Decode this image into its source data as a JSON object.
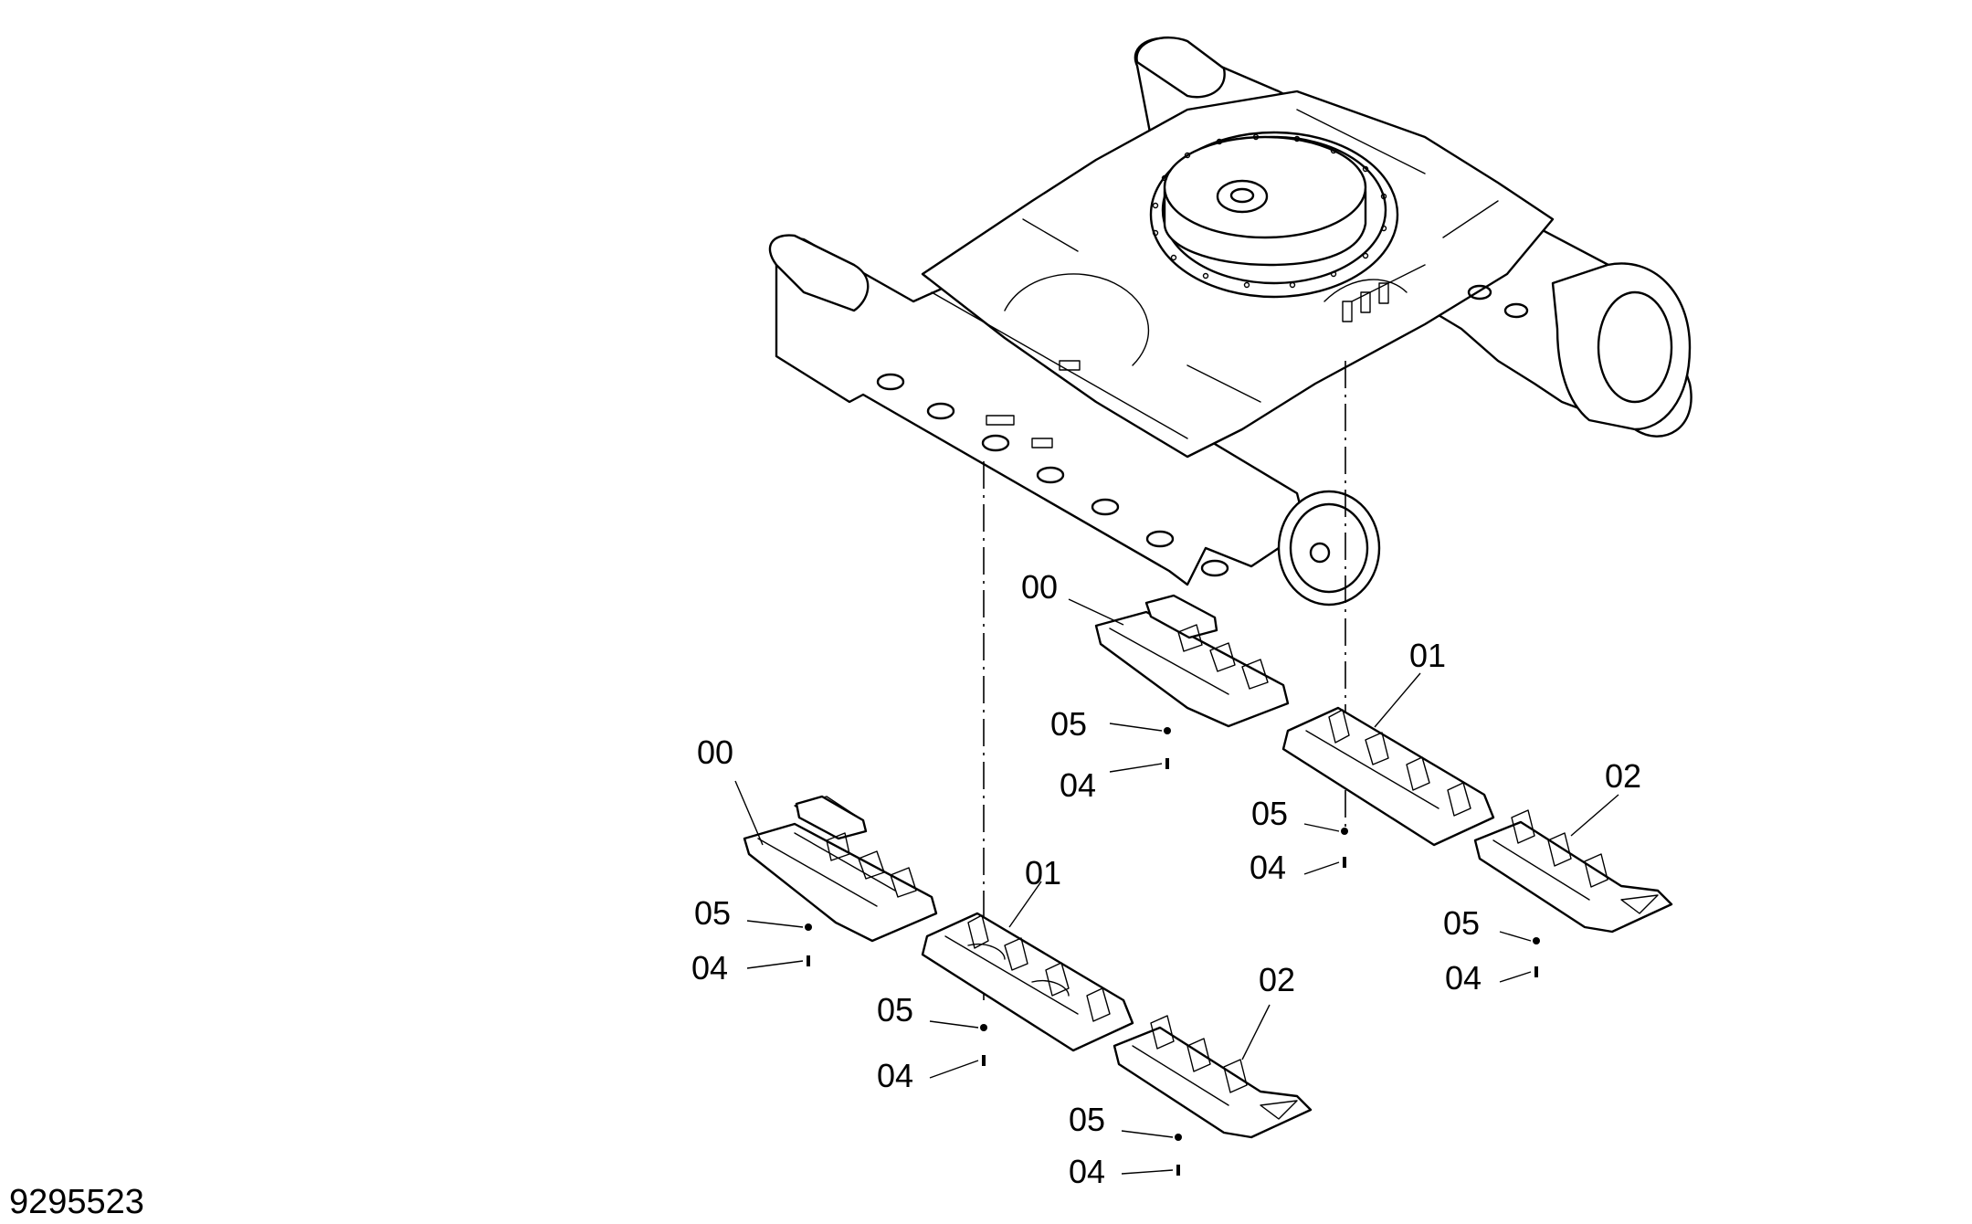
{
  "drawing": {
    "id_label": "9295523"
  },
  "callouts": {
    "c1": "00",
    "c2": "01",
    "c3": "02",
    "c4": "05",
    "c5": "04",
    "c6": "05",
    "c7": "04",
    "c8": "00",
    "c9": "05",
    "c10": "04",
    "c11": "01",
    "c12": "05",
    "c13": "04",
    "c14": "02",
    "c15": "05",
    "c16": "04"
  }
}
